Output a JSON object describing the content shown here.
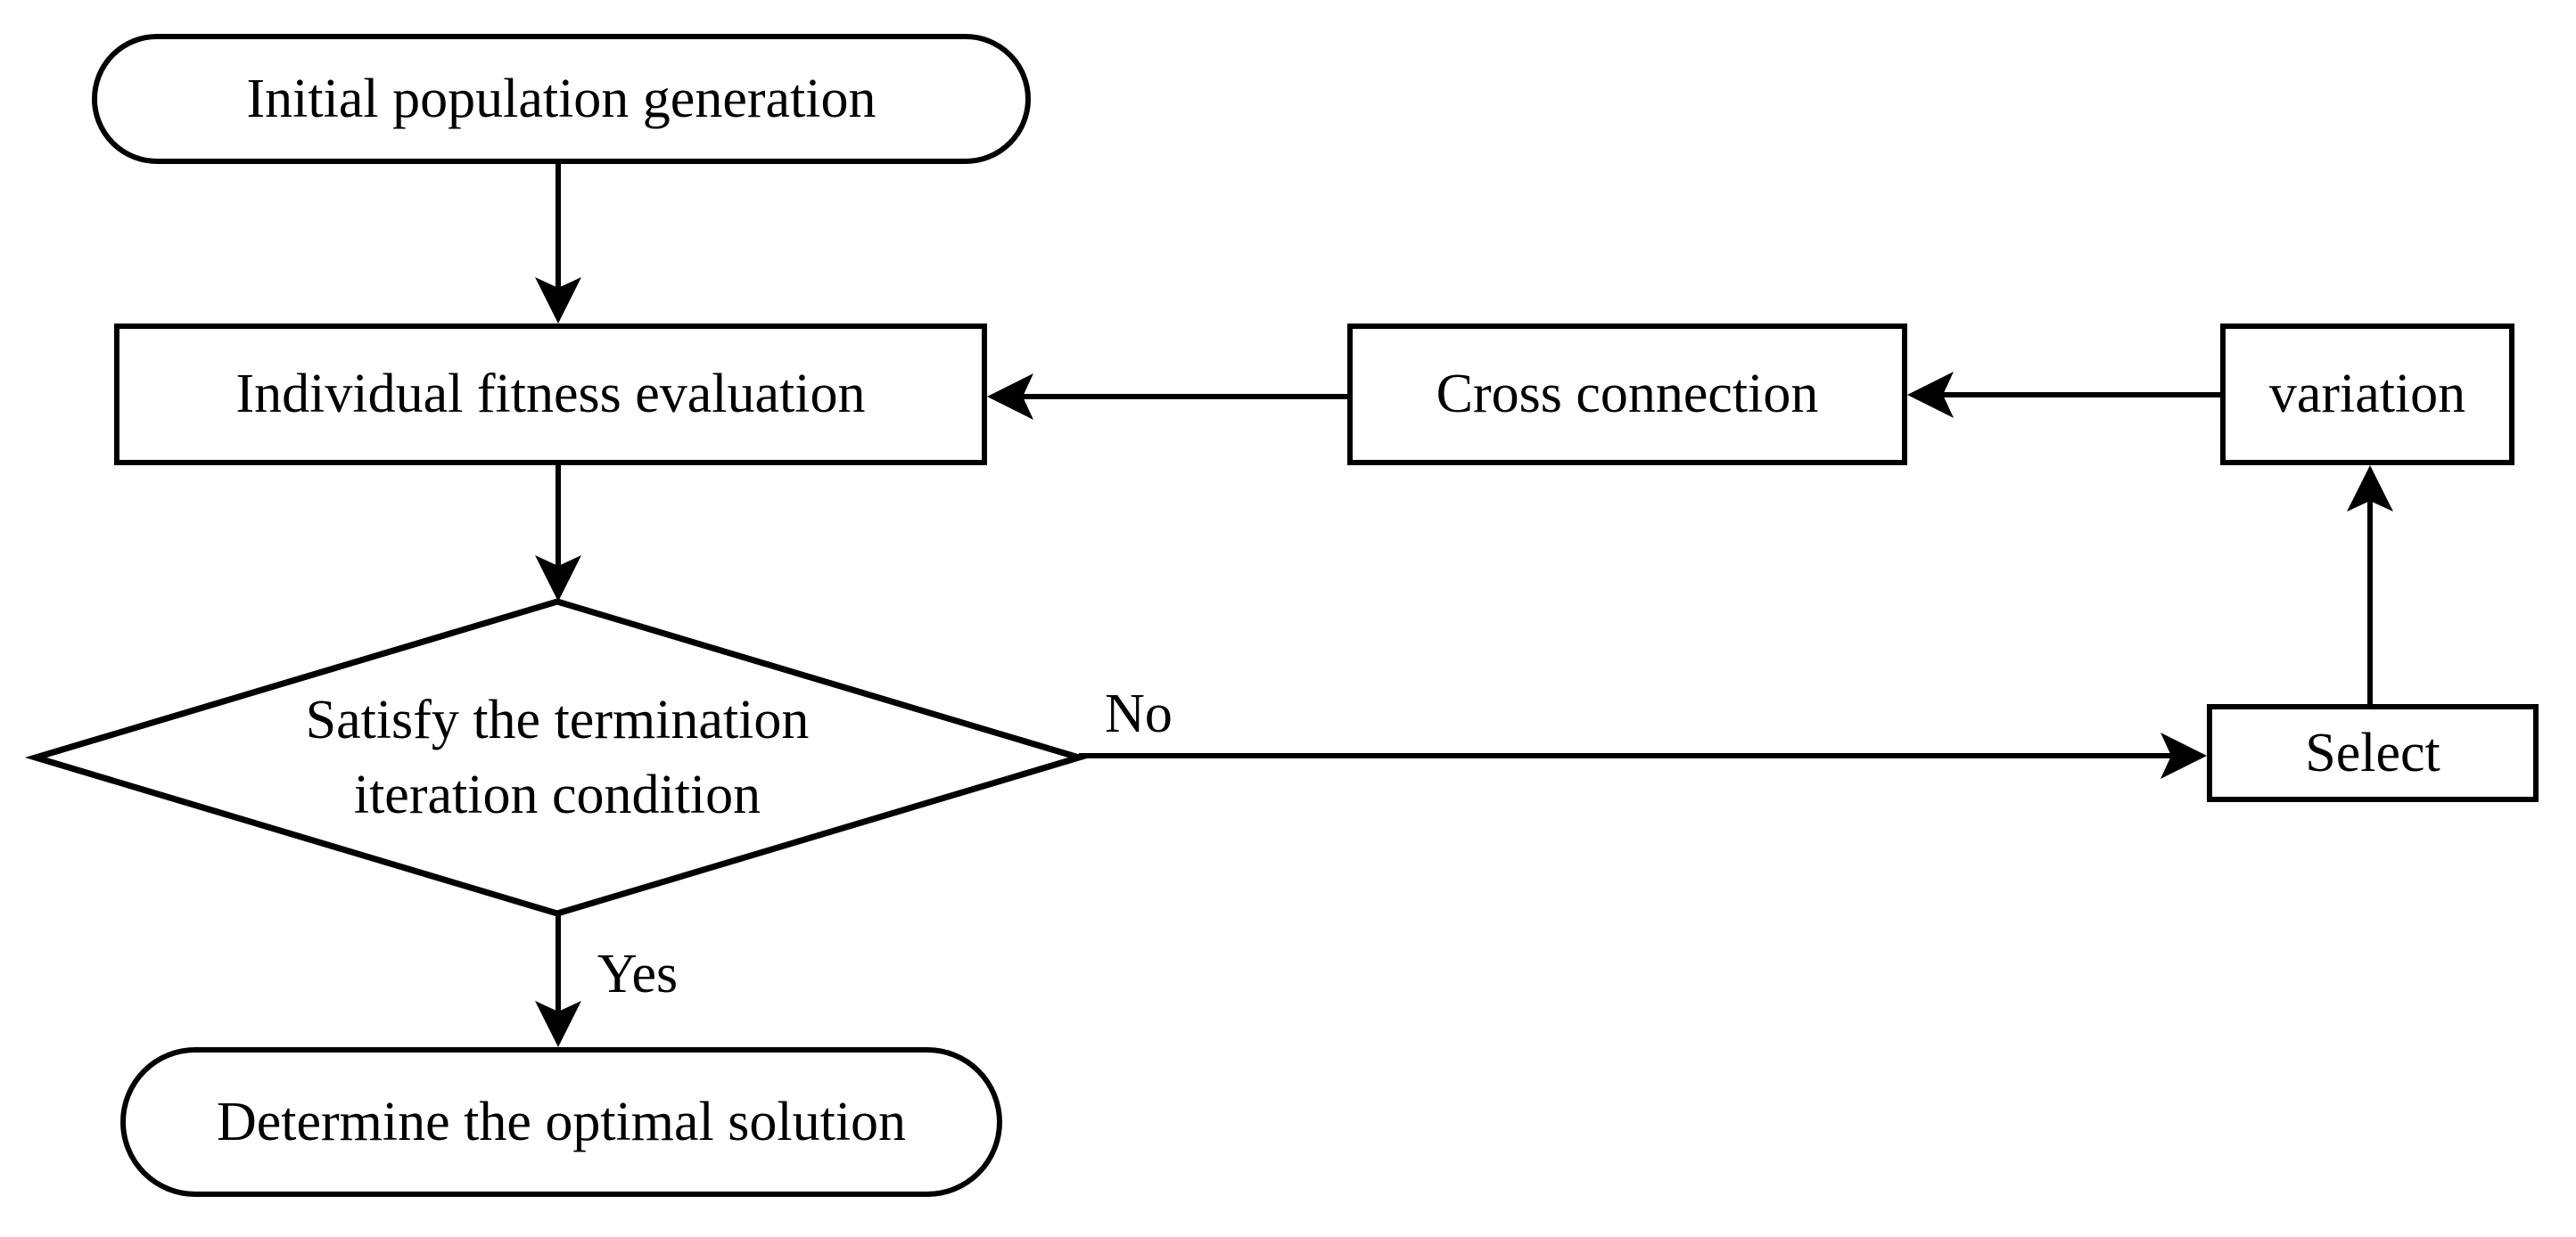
{
  "diagram": {
    "type": "flowchart",
    "colors": {
      "background": "#ffffff",
      "shape_fill": "#ffffff",
      "stroke": "#000000",
      "text": "#000000"
    },
    "nodes": {
      "start": {
        "type": "terminator",
        "label": "Initial population generation"
      },
      "fitness": {
        "type": "process",
        "label": "Individual fitness evaluation"
      },
      "cross": {
        "type": "process",
        "label": "Cross connection"
      },
      "variation": {
        "type": "process",
        "label": "variation"
      },
      "decision": {
        "type": "decision",
        "label_line1": "Satisfy the termination",
        "label_line2": "iteration condition"
      },
      "select": {
        "type": "process",
        "label": "Select"
      },
      "end": {
        "type": "terminator",
        "label": "Determine the optimal solution"
      }
    },
    "edge_labels": {
      "no": "No",
      "yes": "Yes"
    },
    "connections": [
      {
        "from": "start",
        "to": "fitness",
        "label": ""
      },
      {
        "from": "fitness",
        "to": "decision",
        "label": ""
      },
      {
        "from": "decision",
        "to": "select",
        "label": "No"
      },
      {
        "from": "select",
        "to": "variation",
        "label": ""
      },
      {
        "from": "variation",
        "to": "cross",
        "label": ""
      },
      {
        "from": "cross",
        "to": "fitness",
        "label": ""
      },
      {
        "from": "decision",
        "to": "end",
        "label": "Yes"
      }
    ]
  }
}
